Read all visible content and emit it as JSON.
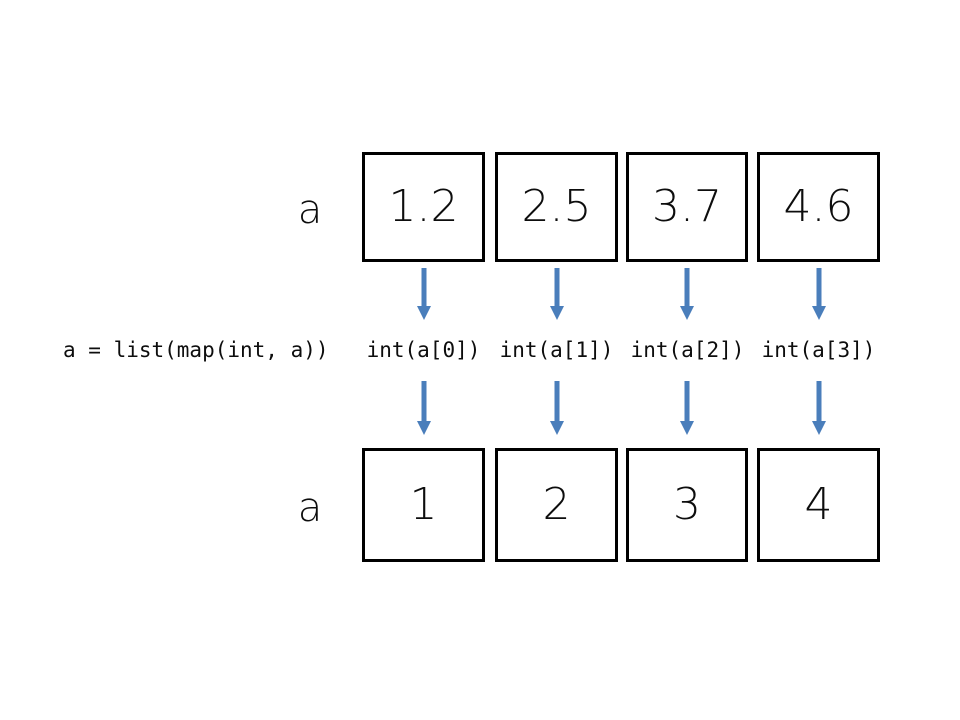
{
  "diagram": {
    "title_text": "",
    "accent_color": "#4A7EBB",
    "outline_color": "#000000",
    "text_color": "#0D0D0D",
    "background_color": "#FFFFFF",
    "top_row": {
      "label": "a",
      "cells": [
        "1.2",
        "2.5",
        "3.7",
        "4.6"
      ]
    },
    "bottom_row": {
      "label": "a",
      "cells": [
        "1",
        "2",
        "3",
        "4"
      ]
    },
    "statement": "a = list(map(int, a))",
    "operations": [
      "int(a[0])",
      "int(a[1])",
      "int(a[2])",
      "int(a[3])"
    ]
  }
}
